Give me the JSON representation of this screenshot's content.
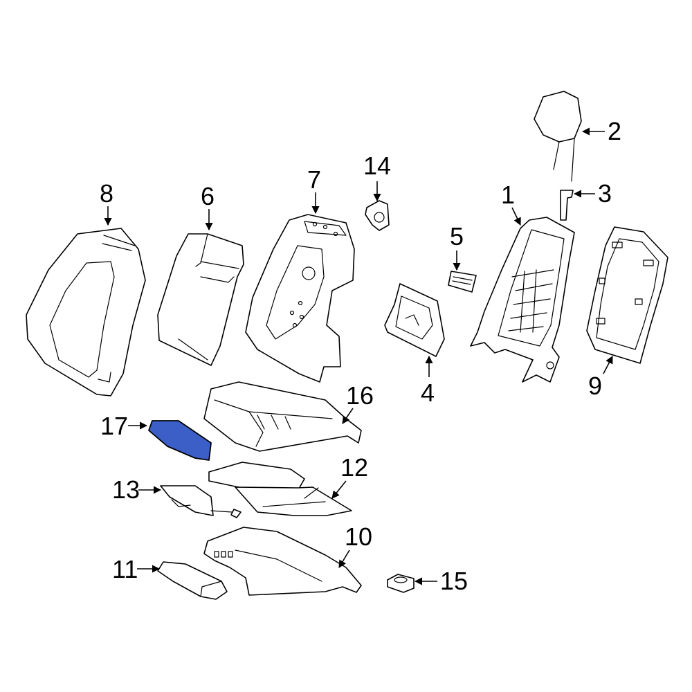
{
  "diagram": {
    "highlight_color": "#3b5fc7",
    "callouts": [
      {
        "id": "1",
        "label": "1"
      },
      {
        "id": "2",
        "label": "2"
      },
      {
        "id": "3",
        "label": "3"
      },
      {
        "id": "4",
        "label": "4"
      },
      {
        "id": "5",
        "label": "5"
      },
      {
        "id": "6",
        "label": "6"
      },
      {
        "id": "7",
        "label": "7"
      },
      {
        "id": "8",
        "label": "8"
      },
      {
        "id": "9",
        "label": "9"
      },
      {
        "id": "10",
        "label": "10"
      },
      {
        "id": "11",
        "label": "11"
      },
      {
        "id": "12",
        "label": "12"
      },
      {
        "id": "13",
        "label": "13"
      },
      {
        "id": "14",
        "label": "14"
      },
      {
        "id": "15",
        "label": "15"
      },
      {
        "id": "16",
        "label": "16"
      },
      {
        "id": "17",
        "label": "17"
      }
    ],
    "highlighted_part": "17"
  }
}
